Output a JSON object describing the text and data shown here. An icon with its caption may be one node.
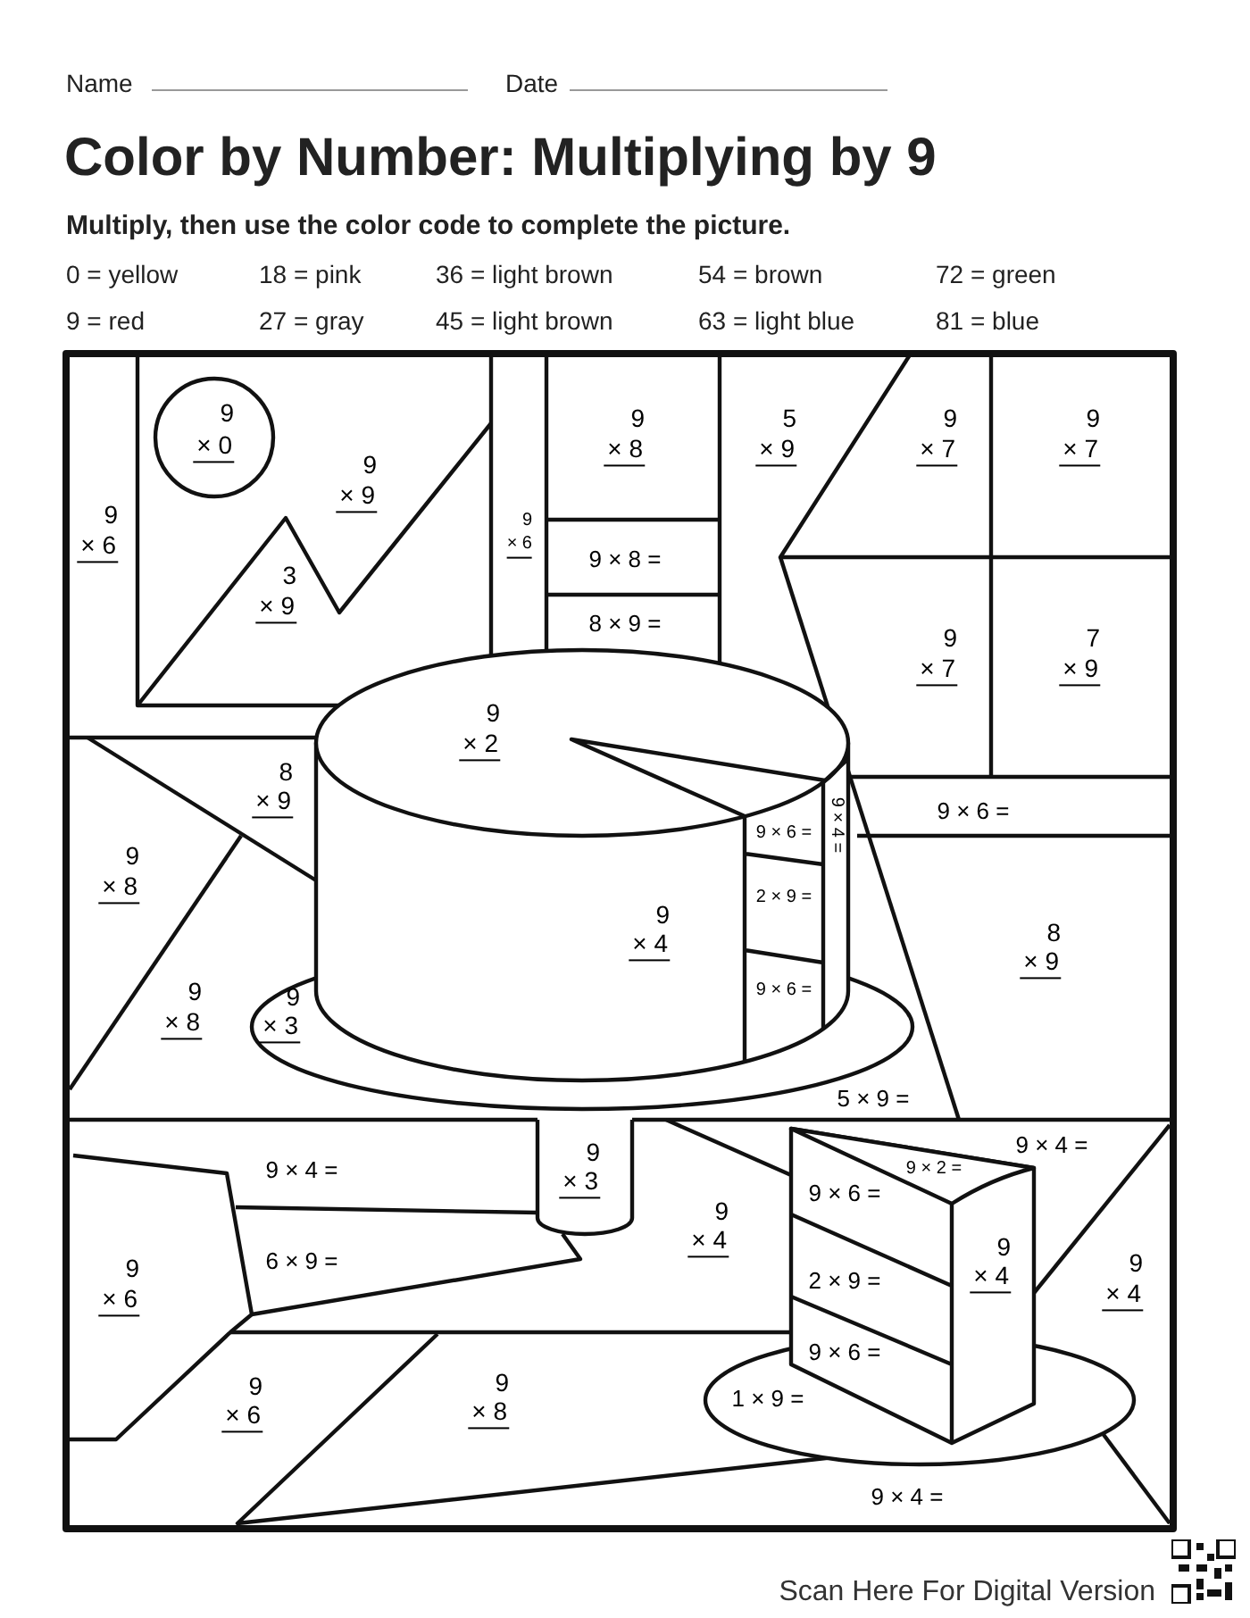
{
  "diagram": {
    "title": "Color by Number: Multiplying by 9",
    "labels": [
      "Name",
      "Date",
      "Multiply, then use the color code to complete the picture.",
      "0 = yellow",
      "18 = pink",
      "36 = light brown",
      "54 = brown",
      "72 = green",
      "9 = red",
      "27 = gray",
      "45 = light brown",
      "63 = light blue",
      "81 = blue",
      "9",
      "× 0",
      "9",
      "× 8",
      "5",
      "× 9",
      "9",
      "× 7",
      "9",
      "× 7",
      "9",
      "× 9",
      "9",
      "× 6",
      "9",
      "× 6",
      "9 × 8 =",
      "3",
      "× 9",
      "8 × 9 =",
      "9",
      "× 7",
      "7",
      "× 9",
      "9",
      "× 2",
      "8",
      "× 9",
      "9 × 6 =",
      "9 × 4 =",
      "9 × 6 =",
      "9",
      "× 8",
      "2 × 9 =",
      "9",
      "× 4",
      "8",
      "× 9",
      "9",
      "× 3",
      "9",
      "× 8",
      "9 × 6 =",
      "5 × 9 =",
      "9",
      "× 3",
      "9 × 4 =",
      "9 × 2 =",
      "9 × 4 =",
      "9 × 6 =",
      "9",
      "× 4",
      "9",
      "× 4",
      "6 × 9 =",
      "9",
      "× 4",
      "9",
      "× 6",
      "2 × 9 =",
      "9 × 6 =",
      "9",
      "× 8",
      "9",
      "× 6",
      "1 × 9 =",
      "9 × 4 =",
      "Scan Here For Digital Version"
    ]
  }
}
